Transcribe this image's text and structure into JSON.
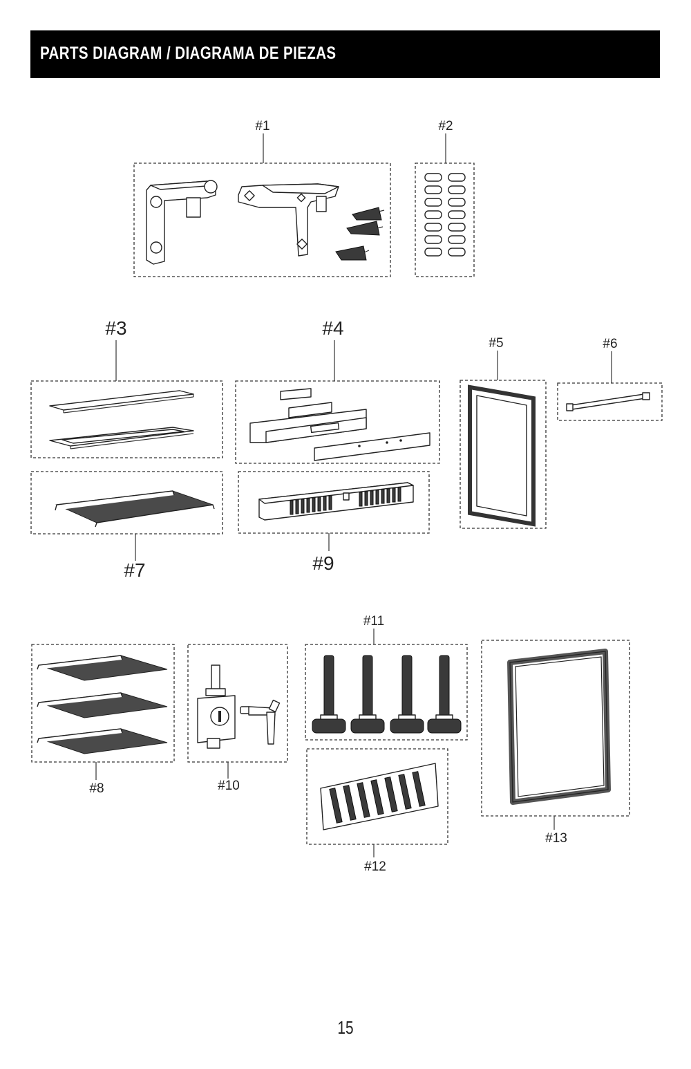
{
  "header": {
    "title": "PARTS DIAGRAM / DIAGRAMA DE PIEZAS"
  },
  "parts": [
    {
      "id": "#1"
    },
    {
      "id": "#2"
    },
    {
      "id": "#3"
    },
    {
      "id": "#4"
    },
    {
      "id": "#5"
    },
    {
      "id": "#6"
    },
    {
      "id": "#7"
    },
    {
      "id": "#8"
    },
    {
      "id": "#9"
    },
    {
      "id": "#10"
    },
    {
      "id": "#11"
    },
    {
      "id": "#12"
    },
    {
      "id": "#13"
    }
  ],
  "footer": {
    "page_number": "15"
  }
}
